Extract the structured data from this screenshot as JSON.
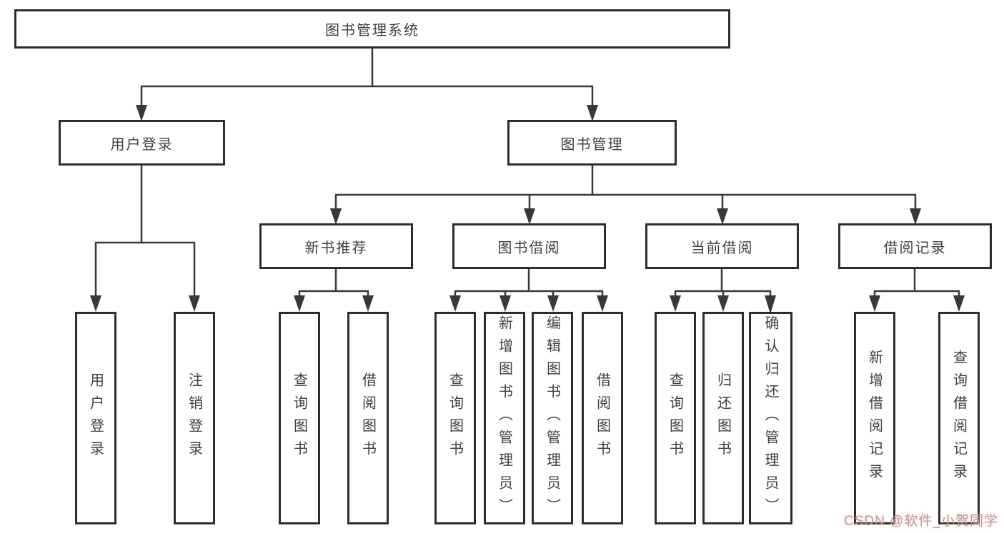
{
  "nodes": {
    "root": "图书管理系统",
    "level2": [
      "用户登录",
      "图书管理"
    ],
    "level3": [
      "新书推荐",
      "图书借阅",
      "当前借阅",
      "借阅记录"
    ],
    "login_leaves": [
      "用户登录",
      "注销登录"
    ],
    "recommend_leaves": [
      "查询图书",
      "借阅图书"
    ],
    "borrow_leaves": [
      "查询图书",
      "新增图书（管理员）",
      "编辑图书（管理员）",
      "借阅图书"
    ],
    "current_leaves": [
      "查询图书",
      "归还图书",
      "确认归还（管理员）"
    ],
    "record_leaves": [
      "新增借阅记录",
      "查询借阅记录"
    ]
  },
  "hierarchy": {
    "图书管理系统": [
      "用户登录",
      "图书管理"
    ],
    "用户登录": [
      "用户登录",
      "注销登录"
    ],
    "图书管理": [
      "新书推荐",
      "图书借阅",
      "当前借阅",
      "借阅记录"
    ],
    "新书推荐": [
      "查询图书",
      "借阅图书"
    ],
    "图书借阅": [
      "查询图书",
      "新增图书（管理员）",
      "编辑图书（管理员）",
      "借阅图书"
    ],
    "当前借阅": [
      "查询图书",
      "归还图书",
      "确认归还（管理员）"
    ],
    "借阅记录": [
      "新增借阅记录",
      "查询借阅记录"
    ]
  },
  "watermark": "CSDN @软件_小贺同学",
  "colors": {
    "box_border": "#2d2d2d",
    "box_text": "#3f3f3f",
    "line": "#383838",
    "background": "#ffffff",
    "watermark": "#b99c9c"
  }
}
